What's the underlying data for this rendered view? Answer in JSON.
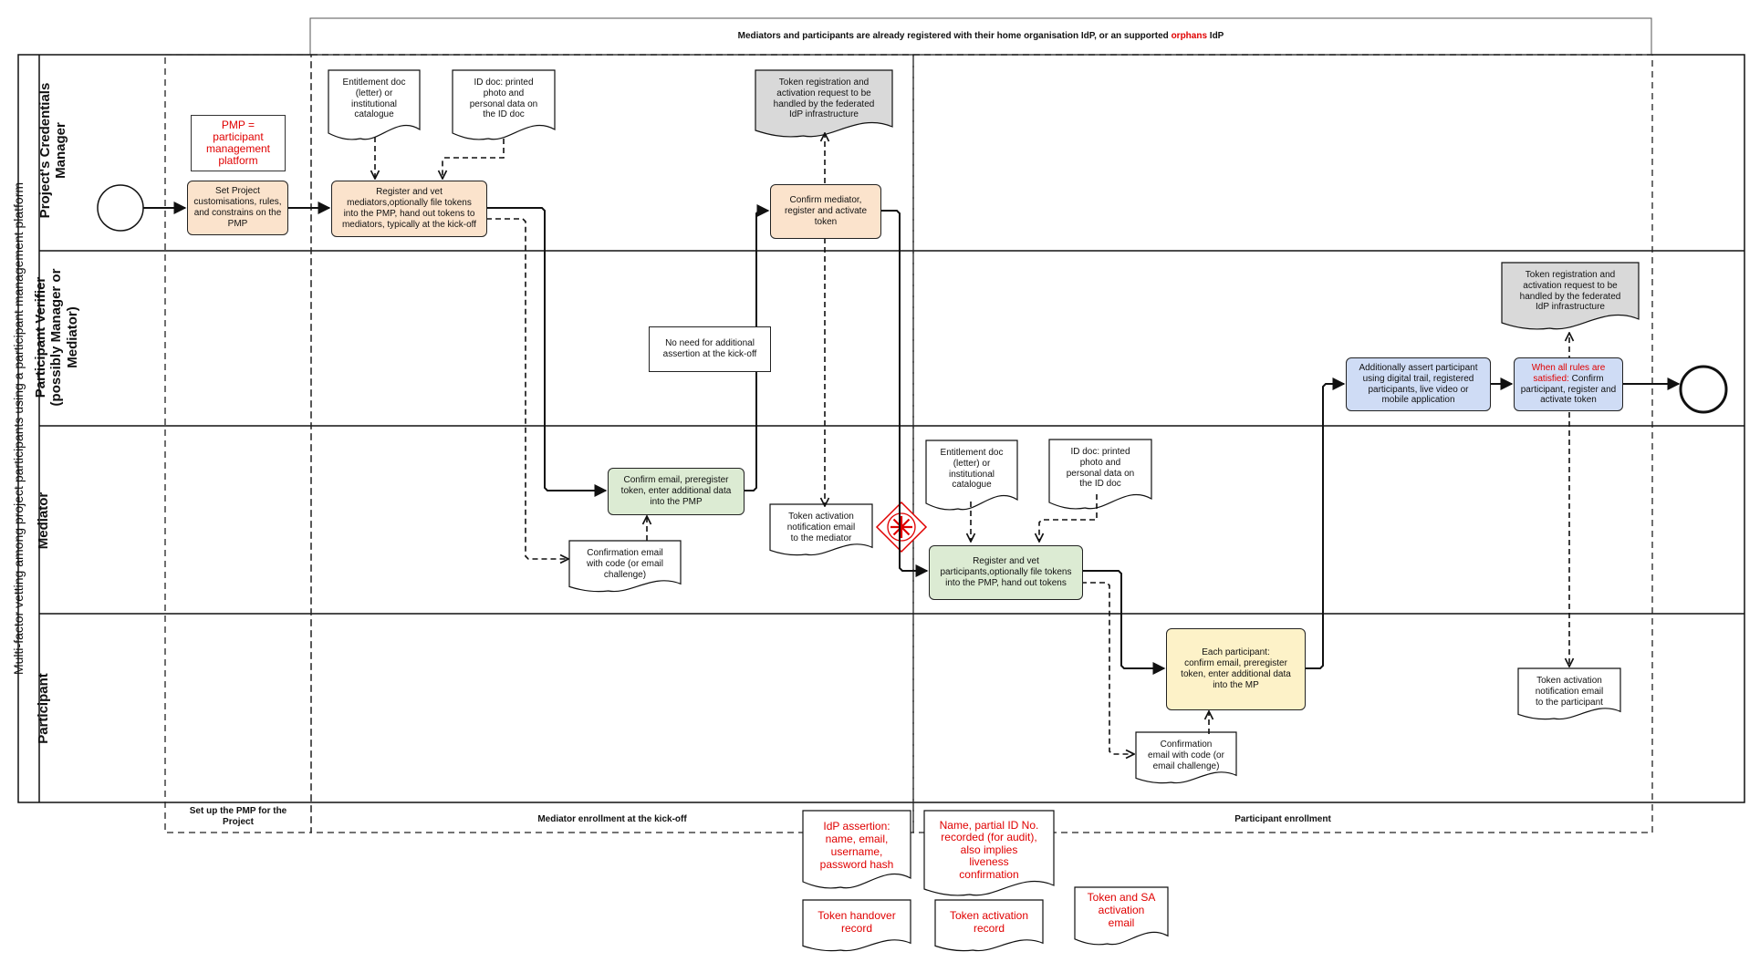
{
  "pool": {
    "label": "Multi-factor vetting among project participants using a participant management platform",
    "lanes": [
      "Project's Credentials\nManager",
      "Participant Verifier\n(possibly Manager or\nMediator)",
      "Mediator",
      "Participant"
    ]
  },
  "banner": {
    "prefix": "Mediators and participants are already registered  with their home organisation IdP, or an supported ",
    "highlight": "orphans",
    "suffix": " IdP"
  },
  "phases": [
    "Set up the PMP for the\nProject",
    "Mediator enrollment at the kick-off",
    "Participant enrollment"
  ],
  "pmp_note": "PMP =\nparticipant\nmanagement\nplatform",
  "tasks": {
    "setup": "Set Project\ncustomisations, rules,\nand constrains on the\nPMP",
    "register_mediators": "Register and vet\nmediators,optionally file tokens\ninto the PMP, hand out tokens to\nmediators, typically at the kick-off",
    "confirm_mediator": "Confirm mediator,\nregister and activate\ntoken",
    "mediator_confirm_email": "Confirm email, preregister\ntoken, enter additional data\ninto the PMP",
    "register_participants": "Register and vet\nparticipants,optionally file tokens\ninto the PMP, hand out tokens",
    "participant_confirm": "Each participant:\nconfirm email, preregister\ntoken, enter additional data\ninto the MP",
    "assert_participant": "Additionally assert participant\nusing digital trail, registered\nparticipants, live video or\nmobile application",
    "confirm_participant_red": "When all rules are\nsatisfied:",
    "confirm_participant_rest": " Confirm\nparticipant, register and\nactivate token"
  },
  "documents": {
    "entitlement_1": "Entitlement doc\n(letter) or\ninstitutional\ncatalogue",
    "id_doc_1": "ID doc: printed\nphoto and\npersonal data on\nthe ID doc",
    "token_reg_1": "Token registration and\nactivation request  to be\nhandled by the federated\nIdP infrastructure",
    "token_reg_2": "Token registration and\nactivation request  to be\nhandled by the federated\nIdP infrastructure",
    "confirm_email_mediator": "Confirmation email\nwith code (or email\nchallenge)",
    "token_act_mediator": "Token activation\nnotification email\nto the mediator",
    "entitlement_2": "Entitlement doc\n(letter) or\ninstitutional\ncatalogue",
    "id_doc_2": "ID doc: printed\nphoto and\npersonal data on\nthe ID doc",
    "confirm_email_participant": "Confirmation\nemail with code (or\nemail challenge)",
    "token_act_participant": "Token activation\nnotification email\nto the participant"
  },
  "annotation": "No need for additional\nassertion at the kick-off",
  "legend_docs": [
    "IdP assertion:\nname, email,\nusername,\npassword hash",
    "Name, partial ID No.\nrecorded (for audit),\nalso implies\nliveness\nconfirmation",
    "Token handover\nrecord",
    "Token activation\nrecord",
    "Token and SA\nactivation\nemail"
  ],
  "colors": {
    "manager_task": "#fbe3cc",
    "mediator_task": "#dcebd3",
    "participant_task": "#fdf2c8",
    "verifier_task": "#cfdcf5",
    "gray_doc": "#d9d9d9",
    "highlight": "#e00000"
  },
  "icons": [
    "start-event-icon",
    "end-event-icon",
    "multiple-event-gateway-icon",
    "document-icon"
  ]
}
